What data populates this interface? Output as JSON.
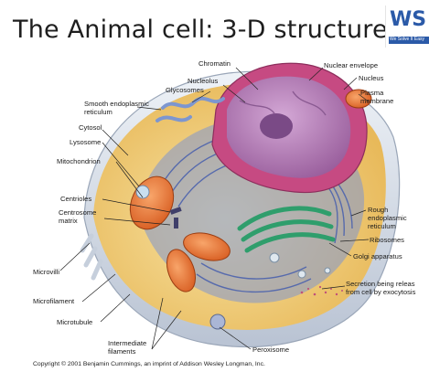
{
  "title": "The Animal cell: 3-D structure",
  "logo": {
    "text": "WS",
    "tagline": "We Solve It Easy"
  },
  "labels": {
    "chromatin": "Chromatin",
    "nucleolus": "Nucleolus",
    "glycosomes": "Glycosomes",
    "nuclear_envelope": "Nuclear envelope",
    "nucleus": "Nucleus",
    "plasma_membrane_1": "Plasma",
    "plasma_membrane_2": "membrane",
    "smooth_er_1": "Smooth endoplasmic",
    "smooth_er_2": "reticulum",
    "cytosol": "Cytosol",
    "lysosome": "Lysosome",
    "mitochondrion": "Mitochondrion",
    "centrioles": "Centrioles",
    "centrosome_1": "Centrosome",
    "centrosome_2": "matrix",
    "rough_er_1": "Rough",
    "rough_er_2": "endoplasmic",
    "rough_er_3": "reticulum",
    "ribosomes": "Ribosomes",
    "golgi": "Golgi apparatus",
    "microvilli": "Microvilli",
    "secretion_1": "Secretion being releas",
    "secretion_2": "from cell by exocytosis",
    "microfilament": "Microfilament",
    "microtubule": "Microtubule",
    "intermediate_1": "Intermediate",
    "intermediate_2": "filaments",
    "peroxisome": "Peroxisome"
  },
  "copyright": "Copyright © 2001 Benjamin Cummings, an imprint of Addison Wesley Longman, Inc.",
  "colors": {
    "cytoplasm": "#f3d27a",
    "rough_er": "#6f86c8",
    "nucleus": "#b77fb8",
    "mitochondria": "#e8712f",
    "golgi": "#2f9e6c",
    "membrane": "#d9dfe8"
  }
}
